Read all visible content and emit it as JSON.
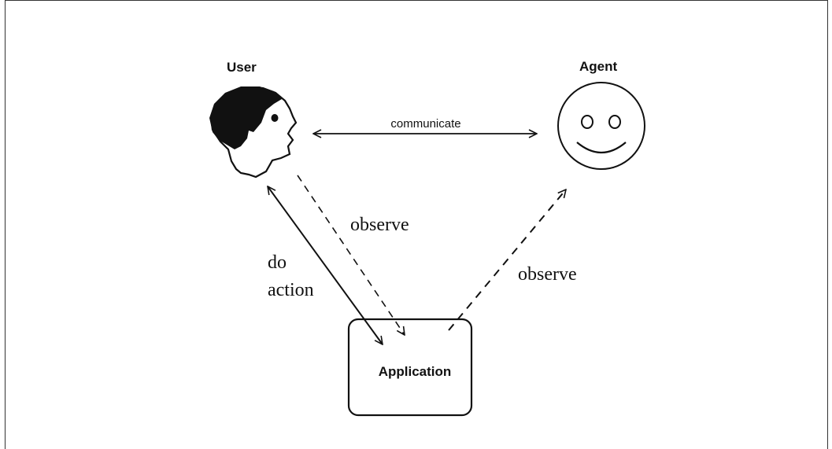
{
  "nodes": {
    "user": "User",
    "agent": "Agent",
    "application": "Application"
  },
  "edges": {
    "communicate": "communicate",
    "observe_user": "observe",
    "observe_agent": "observe",
    "do_action_line1": "do",
    "do_action_line2": "action"
  }
}
